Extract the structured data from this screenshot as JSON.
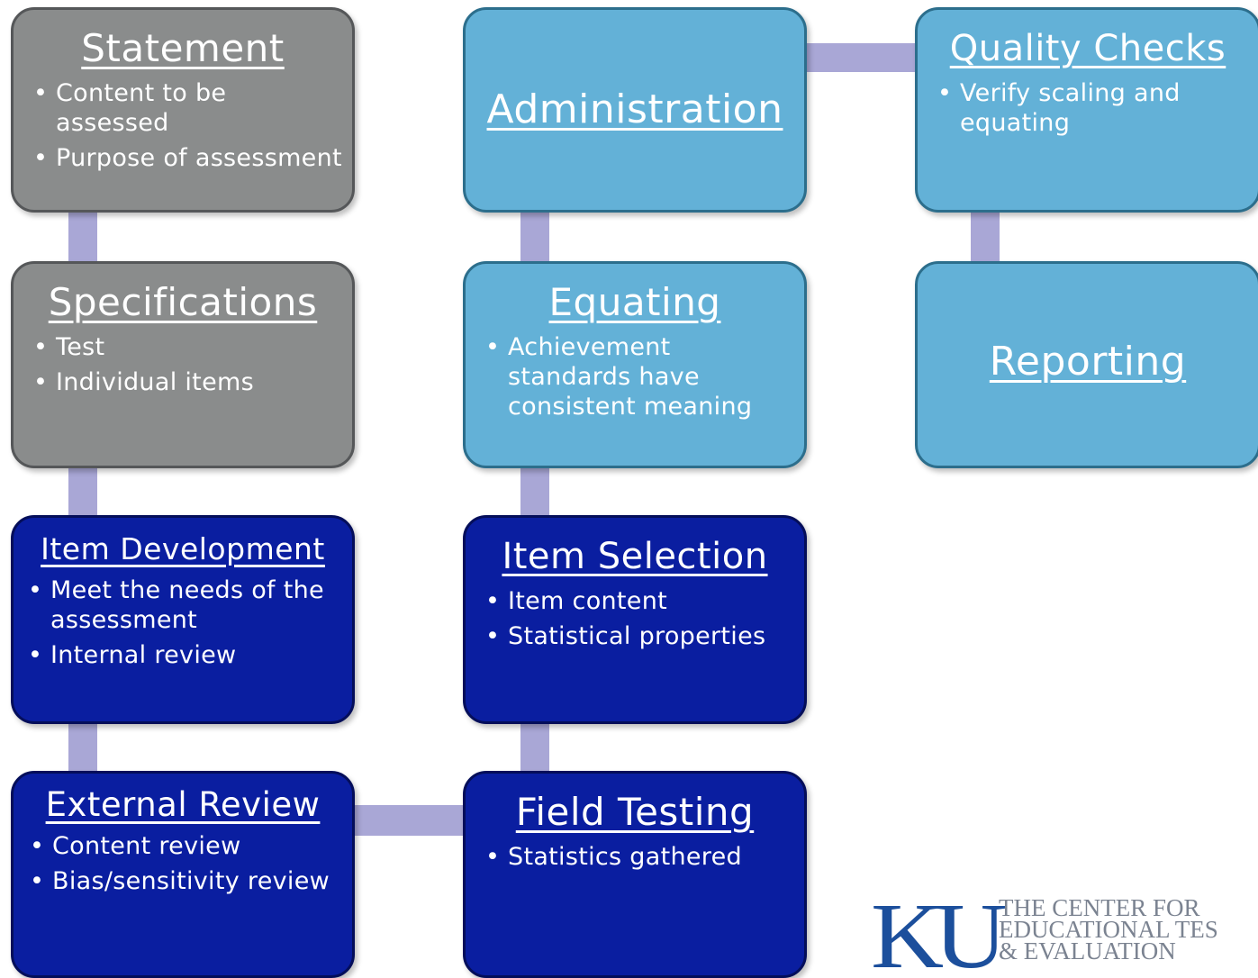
{
  "boxes": {
    "statement": {
      "title": "Statement",
      "bullets": [
        "Content to be assessed",
        "Purpose of assessment"
      ]
    },
    "specifications": {
      "title": "Specifications",
      "bullets": [
        "Test",
        "Individual items"
      ]
    },
    "item_development": {
      "title": "Item Development",
      "bullets": [
        "Meet the needs of the assessment",
        "Internal review"
      ]
    },
    "external_review": {
      "title": "External Review",
      "bullets": [
        "Content review",
        "Bias/sensitivity review"
      ]
    },
    "field_testing": {
      "title": "Field Testing",
      "bullets": [
        "Statistics gathered"
      ]
    },
    "item_selection": {
      "title": "Item Selection",
      "bullets": [
        "Item content",
        "Statistical properties"
      ]
    },
    "equating": {
      "title": "Equating",
      "bullets": [
        "Achievement standards have consistent meaning"
      ]
    },
    "administration": {
      "title": "Administration"
    },
    "quality_checks": {
      "title": "Quality Checks",
      "bullets": [
        "Verify scaling and equating"
      ]
    },
    "reporting": {
      "title": "Reporting"
    }
  },
  "logo": {
    "mark": "KU",
    "line1": "THE CENTER FOR",
    "line2": "EDUCATIONAL TES",
    "line3": "& EVALUATION"
  },
  "colors": {
    "gray_box": "#8a8c8c",
    "light_box": "#63b1d7",
    "dark_box": "#0a1ea0",
    "connector": "#a9a7d6",
    "logo_blue": "#1c4f9c"
  }
}
